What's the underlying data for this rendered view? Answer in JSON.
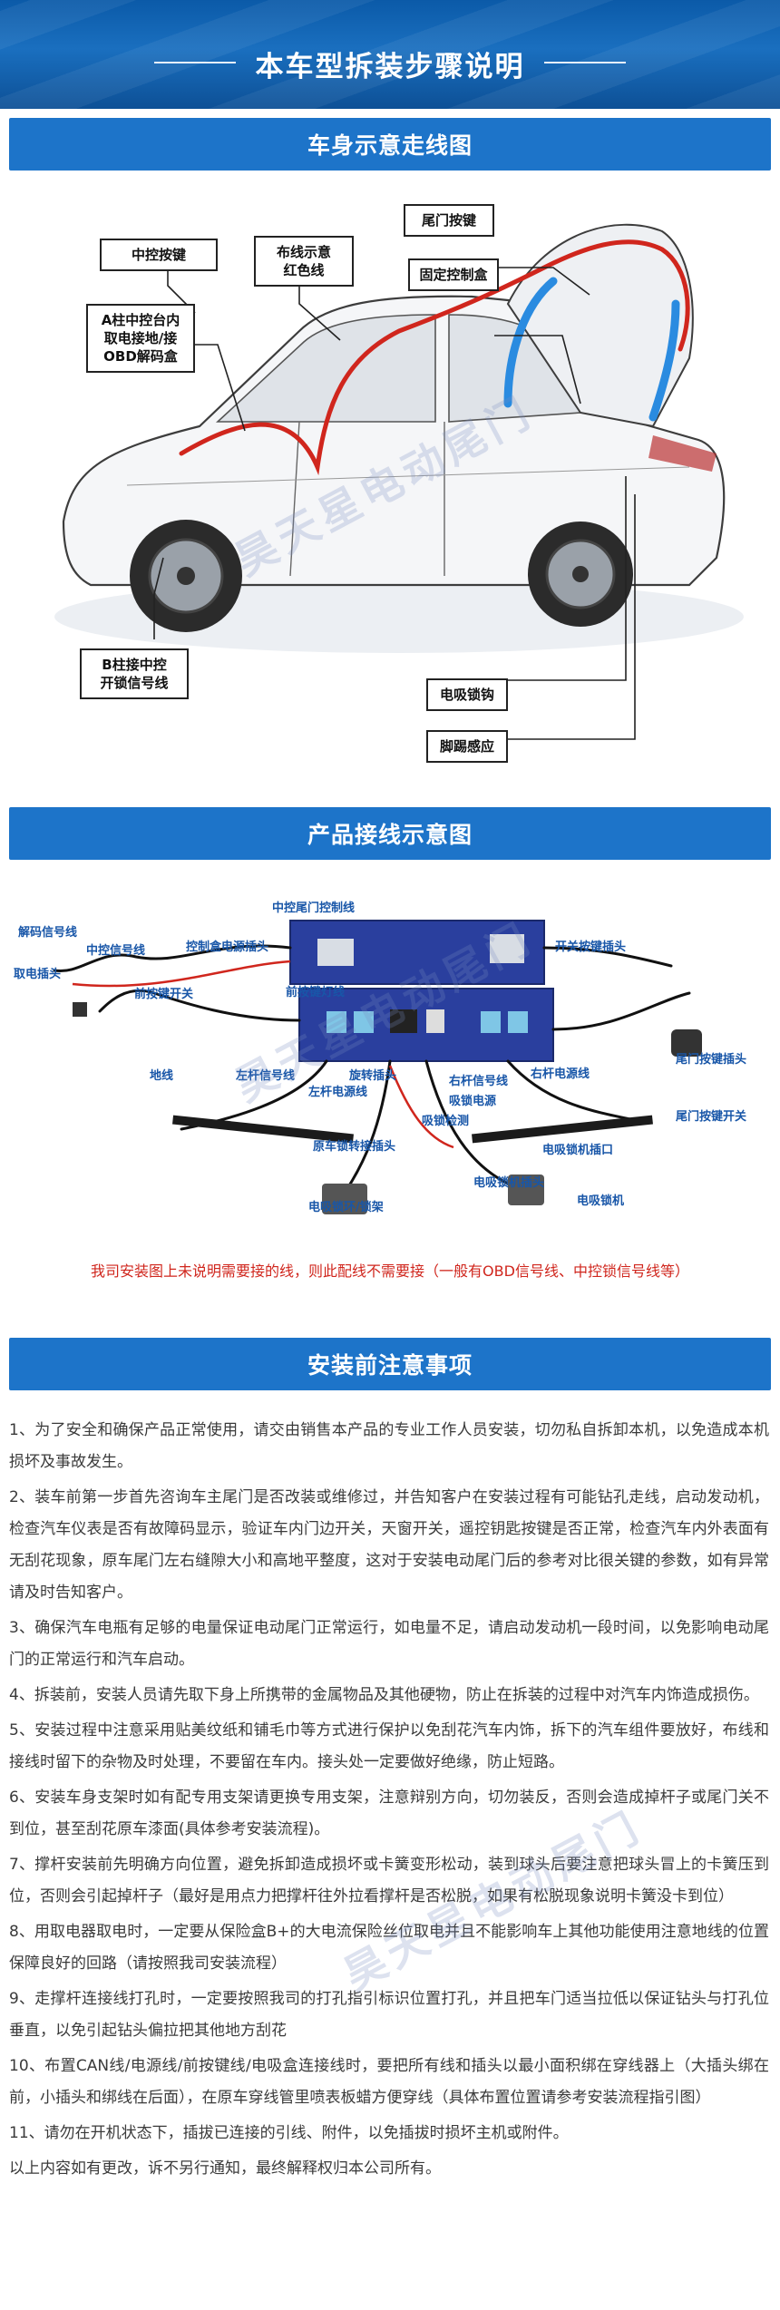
{
  "header": {
    "title": "本车型拆装步骤说明"
  },
  "section1": {
    "title": "车身示意走线图"
  },
  "car_callouts": {
    "center_lock_button": "中控按键",
    "wiring_diagram_red": "布线示意\n红色线",
    "a_pillar": "A柱中控台内\n取电接地/接\nOBD解码盒",
    "tail_button": "尾门按键",
    "fixed_control_box": "固定控制盒",
    "b_pillar": "B柱接中控\n开锁信号线",
    "electric_lock": "电吸锁钩",
    "kick_sensor": "脚踢感应"
  },
  "section2": {
    "title": "产品接线示意图"
  },
  "wiring_labels": {
    "decode_signal": "解码信号线",
    "center_signal": "中控信号线",
    "power_plug": "取电插头",
    "front_button_switch": "前按键开关",
    "ground": "地线",
    "center_tail_control": "中控尾门控制线",
    "control_box_power": "控制盒电源插头",
    "switch_button_plug": "开关按键插头",
    "front_button_light": "前按键灯线",
    "left_rod_signal": "左杆信号线",
    "left_rod_power": "左杆电源线",
    "rotary_plug": "旋转插头",
    "right_rod_signal": "右杆信号线",
    "right_rod_power": "右杆电源线",
    "electric_power": "吸锁电源",
    "electric_detect": "吸锁检测",
    "original_lock_plug": "原车锁转接插头",
    "electric_lock_port": "电吸锁机插口",
    "electric_lock_head": "电吸锁机插头",
    "electric_ring": "电吸锁环/锁架",
    "electric_machine": "电吸锁机",
    "tail_button_plug": "尾门按键插头",
    "tail_button_switch": "尾门按键开关"
  },
  "wiring_note": "我司安装图上未说明需要接的线，则此配线不需要接（一般有OBD信号线、中控锁信号线等）",
  "section3": {
    "title": "安装前注意事项"
  },
  "notes": [
    "1、为了安全和确保产品正常使用，请交由销售本产品的专业工作人员安装，切勿私自拆卸本机，以免造成本机损坏及事故发生。",
    "2、装车前第一步首先咨询车主尾门是否改装或维修过，并告知客户在安装过程有可能钻孔走线，启动发动机，检查汽车仪表是否有故障码显示，验证车内门边开关，天窗开关，遥控钥匙按键是否正常，检查汽车内外表面有无刮花现象，原车尾门左右缝隙大小和高地平整度，这对于安装电动尾门后的参考对比很关键的参数，如有异常请及时告知客户。",
    "3、确保汽车电瓶有足够的电量保证电动尾门正常运行，如电量不足，请启动发动机一段时间，以免影响电动尾门的正常运行和汽车启动。",
    "4、拆装前，安装人员请先取下身上所携带的金属物品及其他硬物，防止在拆装的过程中对汽车内饰造成损伤。",
    "5、安装过程中注意采用贴美纹纸和铺毛巾等方式进行保护以免刮花汽车内饰，拆下的汽车组件要放好，布线和接线时留下的杂物及时处理，不要留在车内。接头处一定要做好绝缘，防止短路。",
    "6、安装车身支架时如有配专用支架请更换专用支架，注意辩别方向，切勿装反，否则会造成掉杆子或尾门关不到位，甚至刮花原车漆面(具体参考安装流程)。",
    "7、撑杆安装前先明确方向位置，避免拆卸造成损坏或卡簧变形松动，装到球头后要注意把球头冒上的卡簧压到位，否则会引起掉杆子（最好是用点力把撑杆往外拉看撑杆是否松脱，如果有松脱现象说明卡簧没卡到位）",
    "8、用取电器取电时，一定要从保险盒B+的大电流保险丝位取电并且不能影响车上其他功能使用注意地线的位置保障良好的回路（请按照我司安装流程）",
    "9、走撑杆连接线打孔时，一定要按照我司的打孔指引标识位置打孔，并且把车门适当拉低以保证钻头与打孔位垂直，以免引起钻头偏拉把其他地方刮花",
    "10、布置CAN线/电源线/前按键线/电吸盒连接线时，要把所有线和插头以最小面积绑在穿线器上（大插头绑在前，小插头和绑线在后面），在原车穿线管里喷表板蜡方便穿线（具体布置位置请参考安装流程指引图）",
    "11、请勿在开机状态下，插拔已连接的引线、附件，以免插拔时损坏主机或附件。",
    "以上内容如有更改，诉不另行通知，最终解释权归本公司所有。"
  ],
  "watermark": "昊天星电动尾门",
  "colors": {
    "brand_blue": "#1d74c9",
    "wire_red": "#d0261d",
    "label_blue": "#1856a8"
  }
}
